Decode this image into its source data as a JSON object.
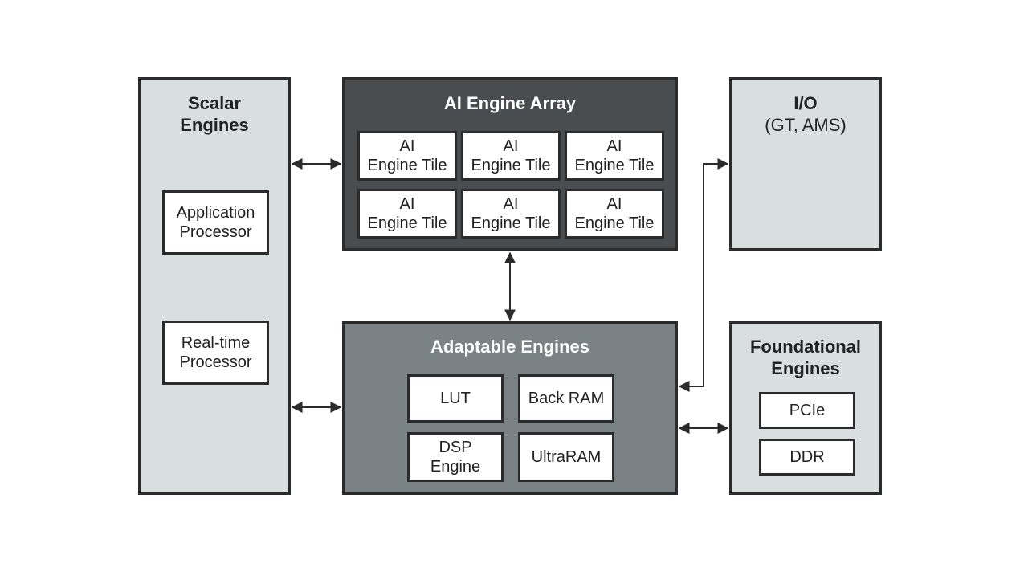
{
  "scalar": {
    "title_line1": "Scalar",
    "title_line2": "Engines",
    "app_proc": {
      "line1": "Application",
      "line2": "Processor"
    },
    "rt_proc": {
      "line1": "Real-time",
      "line2": "Processor"
    }
  },
  "ai": {
    "title": "AI Engine Array",
    "tiles": [
      {
        "line1": "AI",
        "line2": "Engine Tile"
      },
      {
        "line1": "AI",
        "line2": "Engine Tile"
      },
      {
        "line1": "AI",
        "line2": "Engine Tile"
      },
      {
        "line1": "AI",
        "line2": "Engine Tile"
      },
      {
        "line1": "AI",
        "line2": "Engine Tile"
      },
      {
        "line1": "AI",
        "line2": "Engine Tile"
      }
    ]
  },
  "io": {
    "title": "I/O",
    "subtitle": "(GT, AMS)"
  },
  "adaptable": {
    "title": "Adaptable Engines",
    "lut": "LUT",
    "back_ram": "Back RAM",
    "dsp": {
      "line1": "DSP",
      "line2": "Engine"
    },
    "ultraram": "UltraRAM"
  },
  "foundational": {
    "title_line1": "Foundational",
    "title_line2": "Engines",
    "pcie": "PCIe",
    "ddr": "DDR"
  },
  "colors": {
    "light_block": "#d9dedf",
    "dark_block": "#4a4d50",
    "mid_block": "#7b8285",
    "border": "#2b2b2b"
  }
}
